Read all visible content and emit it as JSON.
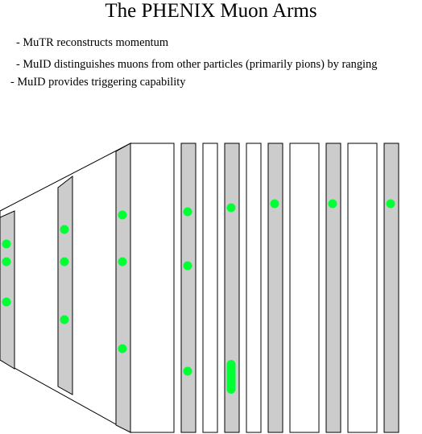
{
  "title": "The PHENIX Muon Arms",
  "bullets": [
    "- MuTR reconstructs momentum",
    "- MuID distinguishes muons from other particles (primarily pions) by ranging",
    "- MuID provides triggering capability"
  ],
  "colors": {
    "absorber": "#cccccc",
    "hit": "#00ff33",
    "outline": "#000000",
    "background": "#ffffff"
  }
}
